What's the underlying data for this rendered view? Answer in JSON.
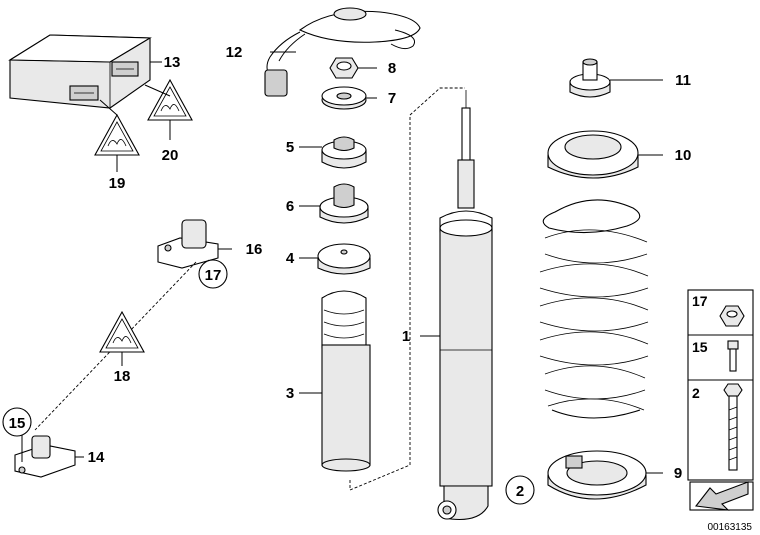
{
  "callouts": {
    "p1": "1",
    "p2": "2",
    "p3": "3",
    "p4": "4",
    "p5": "5",
    "p6": "6",
    "p7": "7",
    "p8": "8",
    "p9": "9",
    "p10": "10",
    "p11": "11",
    "p12": "12",
    "p13": "13",
    "p14": "14",
    "p15": "15",
    "p16": "16",
    "p17": "17",
    "p18": "18",
    "p19": "19",
    "p20": "20"
  },
  "side_panel": {
    "item_a": "17",
    "item_b": "15",
    "item_c": "2"
  },
  "reference_code": "00163135"
}
